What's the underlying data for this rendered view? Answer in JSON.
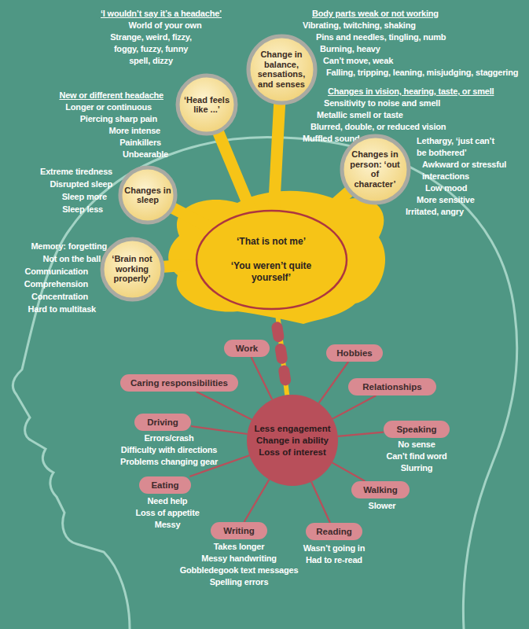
{
  "diagram": {
    "nodes": [
      {
        "text": [
          "‘That is not me’",
          "‘You weren’t quite yourself’"
        ]
      },
      {
        "text": [
          "‘Head feels like ...’",
          "‘I wouldn’t say it’s a headache’",
          "World of your own",
          "Strange, weird, fizzy, foggy, fuzzy, funny spell, dizzy",
          "New or different headache",
          "Longer or continuous",
          "Piercing sharp pain",
          "More intense",
          "Painkillers",
          "Unbearable"
        ]
      },
      {
        "text": [
          "Change in balance, sensations, and senses",
          "Body parts weak or not working",
          "Vibrating, twitching, shaking",
          "Pins and needles, tingling, numb",
          "Burning, heavy",
          "Can’t move, weak",
          "Falling, tripping, leaning, misjudging, staggering",
          "Changes in vision, hearing, taste, or smell",
          "Sensitivity to noise and smell",
          "Metallic smell or taste",
          "Blurred, double, or reduced vision",
          "Muffled sound"
        ]
      },
      {
        "text": [
          "Changes in person: ‘out of character’",
          "Lethargy, ‘just can’t be bothered’",
          "Awkward or stressful interactions",
          "Low mood",
          "More sensitive",
          "Irritated, angry"
        ]
      },
      {
        "text": [
          "Changes in sleep",
          "Extreme tiredness",
          "Disrupted sleep",
          "Sleep more",
          "Sleep less"
        ]
      },
      {
        "text": [
          "‘Brain not working properly’",
          "Memory: forgetting",
          "Not on the ball",
          "Communication",
          "Comprehension",
          "Concentration",
          "Hard to multitask"
        ]
      },
      {
        "text": [
          "Less engagement",
          "Change in ability",
          "Loss of interest"
        ]
      },
      {
        "text": [
          "Work"
        ]
      },
      {
        "text": [
          "Hobbies"
        ]
      },
      {
        "text": [
          "Caring responsibilities"
        ]
      },
      {
        "text": [
          "Relationships"
        ]
      },
      {
        "text": [
          "Driving",
          "Errors/crash",
          "Difficulty with directions",
          "Problems changing gear"
        ]
      },
      {
        "text": [
          "Speaking",
          "No sense",
          "Can’t find word",
          "Slurring"
        ]
      },
      {
        "text": [
          "Eating",
          "Need help",
          "Loss of appetite",
          "Messy"
        ]
      },
      {
        "text": [
          "Walking",
          "Slower"
        ]
      },
      {
        "text": [
          "Writing",
          "Takes longer",
          "Messy handwriting",
          "Gobbledegook text messages",
          "Spelling errors"
        ]
      },
      {
        "text": [
          "Reading",
          "Wasn’t going in",
          "Had to re-read"
        ]
      }
    ],
    "edges": [
      {
        "from": 0,
        "to": 1,
        "arrow": "none"
      },
      {
        "from": 0,
        "to": 2,
        "arrow": "none"
      },
      {
        "from": 0,
        "to": 3,
        "arrow": "none"
      },
      {
        "from": 0,
        "to": 4,
        "arrow": "none"
      },
      {
        "from": 0,
        "to": 5,
        "arrow": "none"
      },
      {
        "from": 0,
        "to": 6,
        "arrow": "none"
      },
      {
        "from": 6,
        "to": 7,
        "arrow": "none"
      },
      {
        "from": 6,
        "to": 8,
        "arrow": "none"
      },
      {
        "from": 6,
        "to": 9,
        "arrow": "none"
      },
      {
        "from": 6,
        "to": 10,
        "arrow": "none"
      },
      {
        "from": 6,
        "to": 11,
        "arrow": "none"
      },
      {
        "from": 6,
        "to": 12,
        "arrow": "none"
      },
      {
        "from": 6,
        "to": 13,
        "arrow": "none"
      },
      {
        "from": 6,
        "to": 14,
        "arrow": "none"
      },
      {
        "from": 6,
        "to": 15,
        "arrow": "none"
      },
      {
        "from": 6,
        "to": 16,
        "arrow": "none"
      }
    ]
  }
}
